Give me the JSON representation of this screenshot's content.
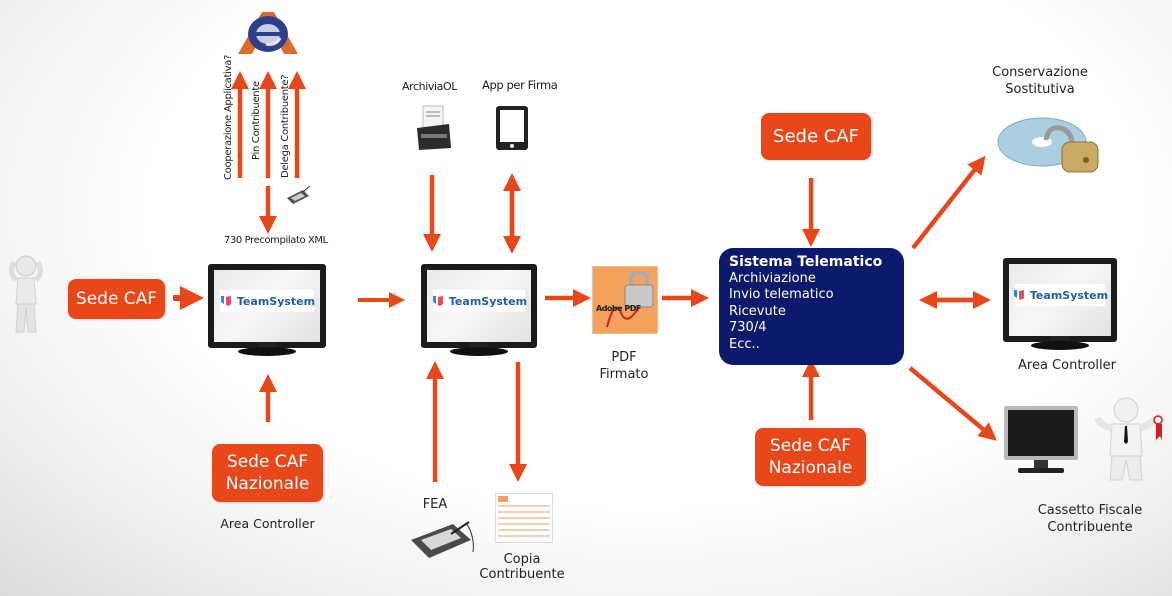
{
  "diagram": {
    "colors": {
      "accent_orange": "#e8471a",
      "system_box_blue": "#0c1a6b",
      "teamsystem_blue": "#1f5fa8",
      "pdf_icon_bg": "#f5a25d"
    },
    "top_agency": {
      "icon": "agenzia-entrate-logo-icon",
      "arrow_labels": [
        "Cooperazione Applicativa?",
        "Pin Contribuente",
        "Delega Contribuente?"
      ],
      "xml_label": "730 Precompilato XML",
      "signature_pad_icon": "signature-pad-icon"
    },
    "left": {
      "person_icon": "stressed-person-icon",
      "sede_caf": "Sede CAF",
      "monitor_logo": "TeamSystem",
      "sede_caf_nazionale": [
        "Sede CAF",
        "Nazionale"
      ],
      "area_controller": "Area Controller"
    },
    "middle": {
      "archivia_label": "ArchiviaOL",
      "archivia_icon": "document-scanner-icon",
      "app_label": "App per Firma",
      "app_icon": "tablet-icon",
      "monitor_logo": "TeamSystem",
      "fea_label": "FEA",
      "fea_icon": "signature-pad-icon",
      "copia_label": [
        "Copia",
        "Contribuente"
      ],
      "copia_icon": "tax-form-document-icon"
    },
    "pdf": {
      "icon_text": "Adobe PDF",
      "label": [
        "PDF",
        "Firmato"
      ]
    },
    "system": {
      "sede_caf_top": "Sede CAF",
      "title": "Sistema Telematico",
      "items": [
        "Archiviazione",
        "Invio telematico",
        "Ricevute",
        "730/4",
        "Ecc.."
      ],
      "sede_caf_nazionale": [
        "Sede CAF",
        "Nazionale"
      ]
    },
    "right": {
      "conservazione_label": [
        "Conservazione",
        "Sostitutiva"
      ],
      "conservazione_icon": "locked-disc-icon",
      "monitor_logo": "TeamSystem",
      "area_controller": "Area Controller",
      "cassetto_label": [
        "Cassetto Fiscale",
        "Contribuente"
      ],
      "cassetto_icons": [
        "monitor-icon",
        "person-with-keys-icon"
      ]
    }
  }
}
